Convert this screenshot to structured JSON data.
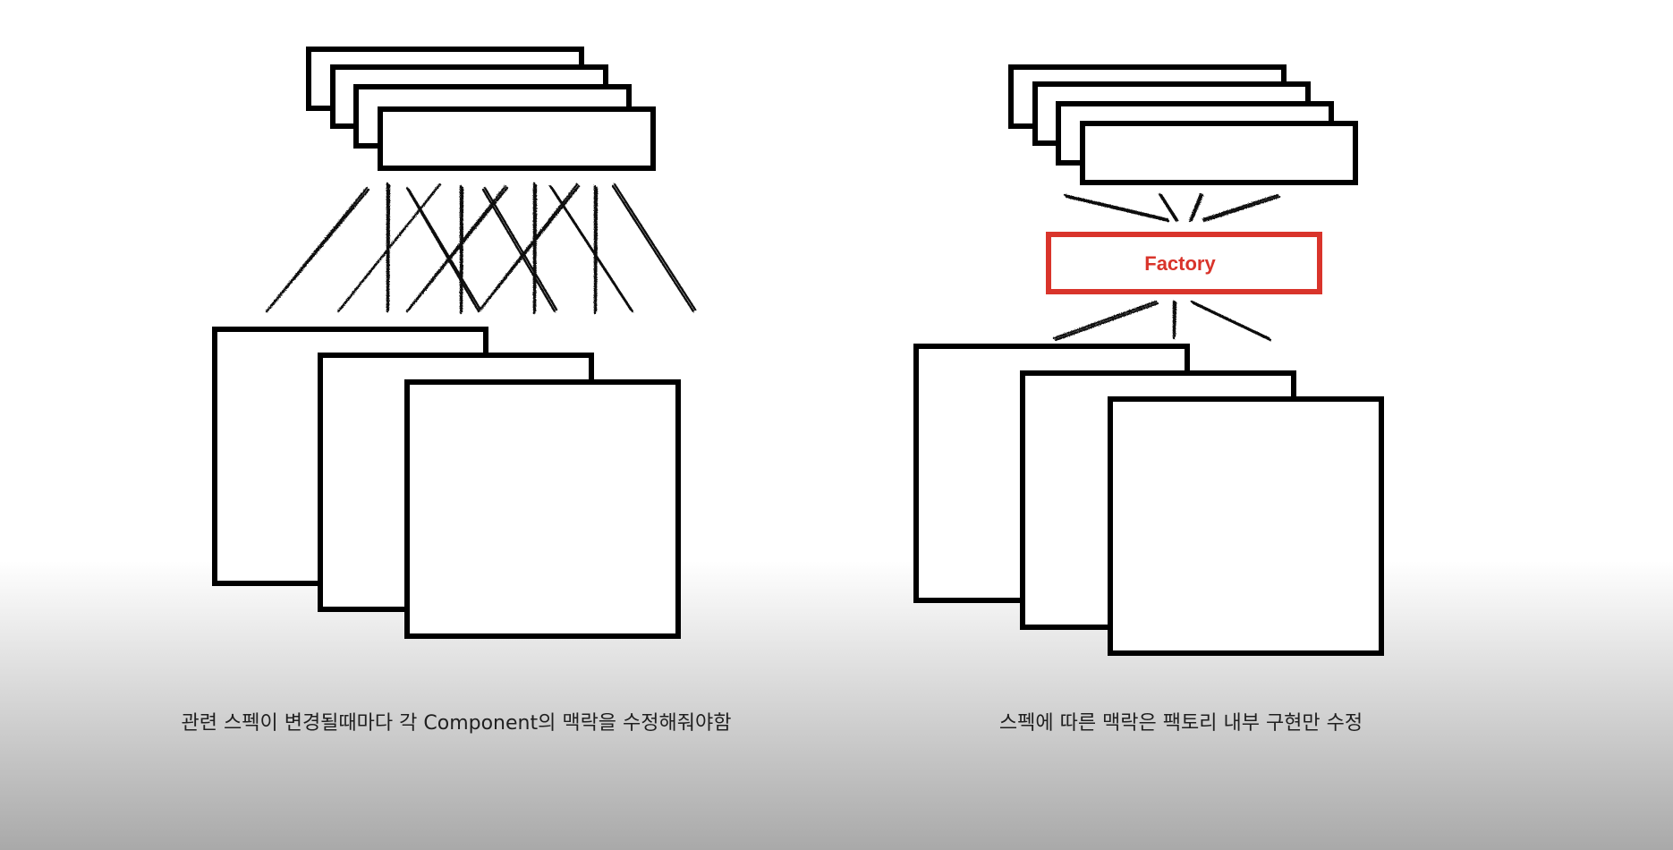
{
  "colors": {
    "background_top": "#ffffff",
    "background_bottom": "#a9a9a9",
    "stroke": "#000000",
    "factory_accent": "#d9342b",
    "text": "#1f1f1f"
  },
  "left_panel": {
    "caption": "관련 스펙이 변경될때마다 각 Component의 맥락을 수정해줘야함"
  },
  "right_panel": {
    "factory_label": "Factory",
    "caption": "스펙에 따른 맥락은 팩토리 내부 구현만 수정"
  }
}
